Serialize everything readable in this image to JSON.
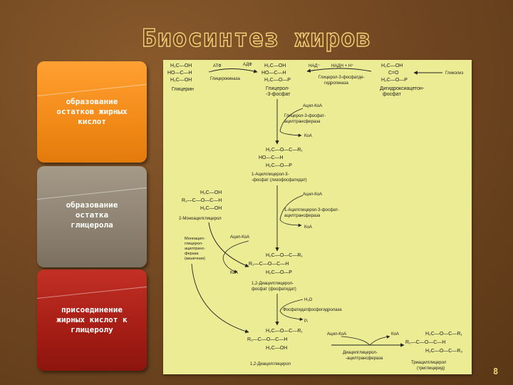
{
  "slide": {
    "title": "Биосинтез жиров",
    "page_number": "8"
  },
  "cards": [
    {
      "label_lines": [
        "образование",
        "остатков жирных",
        "кислот"
      ],
      "color": "#f28a17"
    },
    {
      "label_lines": [
        "образование",
        "остатка",
        "глицерола"
      ],
      "color": "#8d8271"
    },
    {
      "label_lines": [
        "присоединение",
        "жирных кислот к",
        "глицеролу"
      ],
      "color": "#a51d15"
    }
  ],
  "scheme": {
    "background": "#ecec94",
    "top_row": {
      "glycerol": {
        "lines": [
          "H₂C—OH",
          "HO—C—H",
          "H₂C—OH"
        ],
        "name": "Глицерин"
      },
      "atp": "АТФ",
      "adp": "АДФ",
      "kinase": "Глицерокиназа",
      "g3p": {
        "lines": [
          "H₂C—OH",
          "HO—C—H",
          "H₂C—O—P"
        ],
        "name": [
          "Глицерол-",
          "-3-фосфат"
        ]
      },
      "nad": "НАД⁺",
      "nadh": "НАДН + Н⁺",
      "dehydrogenase": [
        "Глицерол-3-фосфатде-",
        "гидрогеназа"
      ],
      "dhap": {
        "lines": [
          "H₂C—OH",
          "C=O",
          "H₂C—O—P"
        ],
        "name": [
          "Дигидроксиацетон-",
          "фосфат"
        ]
      },
      "glycolysis": "Гликолиз"
    },
    "step1": {
      "acyl": "Ацил-КоА",
      "enzyme": [
        "Глицерол-3-фосфат-",
        "ацилтрансфераза"
      ],
      "coa": "КоА"
    },
    "lysophosphatidate": {
      "lines": [
        "H₂C—O—C—R₁",
        "HO—C—H",
        "H₂C—O—P"
      ],
      "name": [
        "1-Ацилглицерол-3-",
        "-фосфат (лизофосфатидат)"
      ]
    },
    "monoacylglycerol": {
      "lines": [
        "H₂C—OH",
        "R₂—C—O—C—H",
        "H₂C—OH"
      ],
      "name": "2-Моноацилглицерол"
    },
    "step2": {
      "acyl": "Ацил-КоА",
      "enzyme": [
        "1-Ацилглицерол-3-фосфат-",
        "ацилтрансфераза"
      ],
      "coa": "КоА"
    },
    "mono_pathway": {
      "enzyme": [
        "Моноацил-",
        "глицерол-",
        "ацилтранс-",
        "фераза",
        "(кишечная)"
      ],
      "acyl": "Ацил-КоА",
      "coa": "КоА"
    },
    "phosphatidate": {
      "lines": [
        "H₂C—O—C—R₁",
        "R₂—C—O—C—H",
        "H₂C—O—P"
      ],
      "name": [
        "1,2-Диацилглицерол-",
        "фосфат (фосфатидат)"
      ]
    },
    "step3": {
      "water": "H₂O",
      "enzyme": "Фосфатидатфосфогидролаза",
      "pi": "Pᵢ"
    },
    "diacylglycerol": {
      "lines": [
        "H₂C—O—C—R₁",
        "R₂—C—O—C—H",
        "H₂C—OH"
      ],
      "name": "1,2-Диацилглицерол"
    },
    "step4": {
      "acyl": "Ацил-КоА",
      "coa": "КоА",
      "enzyme": [
        "Диацилглицерол-",
        "-ацилтрансфераза"
      ]
    },
    "triacylglycerol": {
      "lines": [
        "H₂C—O—C—R₁",
        "R₂—C—O—C—H",
        "H₂C—O—C—R₃"
      ],
      "name": [
        "Триацилглицерол",
        "(триглицерид)"
      ]
    }
  }
}
